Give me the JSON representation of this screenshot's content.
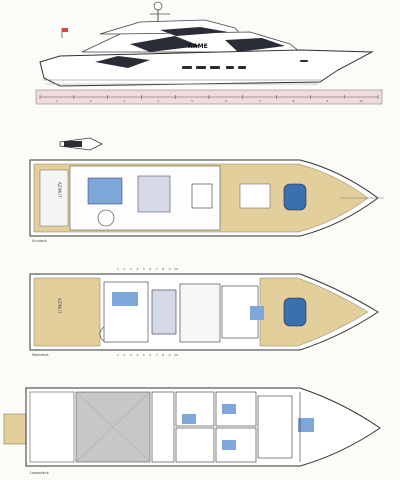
{
  "profile": {
    "hull_name": "NAME",
    "scale_marks": [
      "1",
      "2",
      "3",
      "4",
      "5",
      "6",
      "7",
      "8",
      "9",
      "10"
    ]
  },
  "decks": [
    {
      "label": "Sundeck",
      "frame_numbers": []
    },
    {
      "label": "Maindeck",
      "frame_numbers": [
        "1",
        "2",
        "3",
        "4",
        "5",
        "6",
        "7",
        "8",
        "9",
        "10"
      ]
    },
    {
      "label": "Lowerdeck",
      "frame_numbers": []
    }
  ],
  "stern_lettering": "AZIMUT",
  "colors": {
    "teak": "#e3cf9c",
    "hull_line": "#3a3a3a",
    "glass": "#2a2d35",
    "cabin_blue": "#7fa6d8",
    "pool_blue": "#3a6fb0",
    "garage_grey": "#c7c7c9",
    "scale_bar": "#f1dcdc"
  }
}
